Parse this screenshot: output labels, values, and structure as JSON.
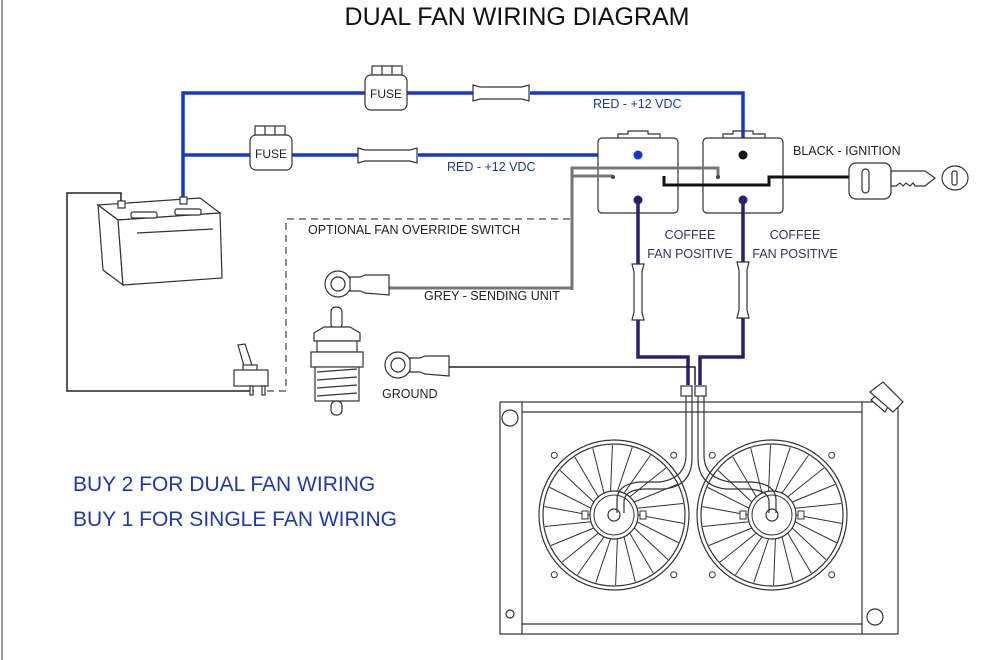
{
  "title": "DUAL FAN WIRING DIAGRAM",
  "components": {
    "fuse_top": {
      "label": "FUSE"
    },
    "fuse_bottom": {
      "label": "FUSE"
    }
  },
  "wire_labels": {
    "red_top": "RED - +12 VDC",
    "red_bottom": "RED - +12 VDC",
    "black_ignition": "BLACK - IGNITION",
    "optional_switch": "OPTIONAL FAN OVERRIDE SWITCH",
    "grey_sending": "GREY - SENDING UNIT",
    "ground": "GROUND",
    "coffee_left_1": "COFFEE",
    "coffee_left_2": "FAN POSITIVE",
    "coffee_right_1": "COFFEE",
    "coffee_right_2": "FAN POSITIVE"
  },
  "notes": {
    "line1": "BUY 2 FOR DUAL FAN WIRING",
    "line2": "BUY 1 FOR SINGLE FAN WIRING"
  },
  "icons": [
    "battery-icon",
    "fuse-icon",
    "relay-icon",
    "ignition-key-icon",
    "toggle-switch-icon",
    "temperature-sending-unit-icon",
    "ring-terminal-icon",
    "radiator-icon",
    "fan-icon"
  ],
  "colors": {
    "red_wire_drawn": "#1638c8",
    "grey_wire": "#777777",
    "black_wire": "#111111",
    "coffee_wire_drawn": "#2a1f6e",
    "note_text": "#1f3aa8"
  }
}
